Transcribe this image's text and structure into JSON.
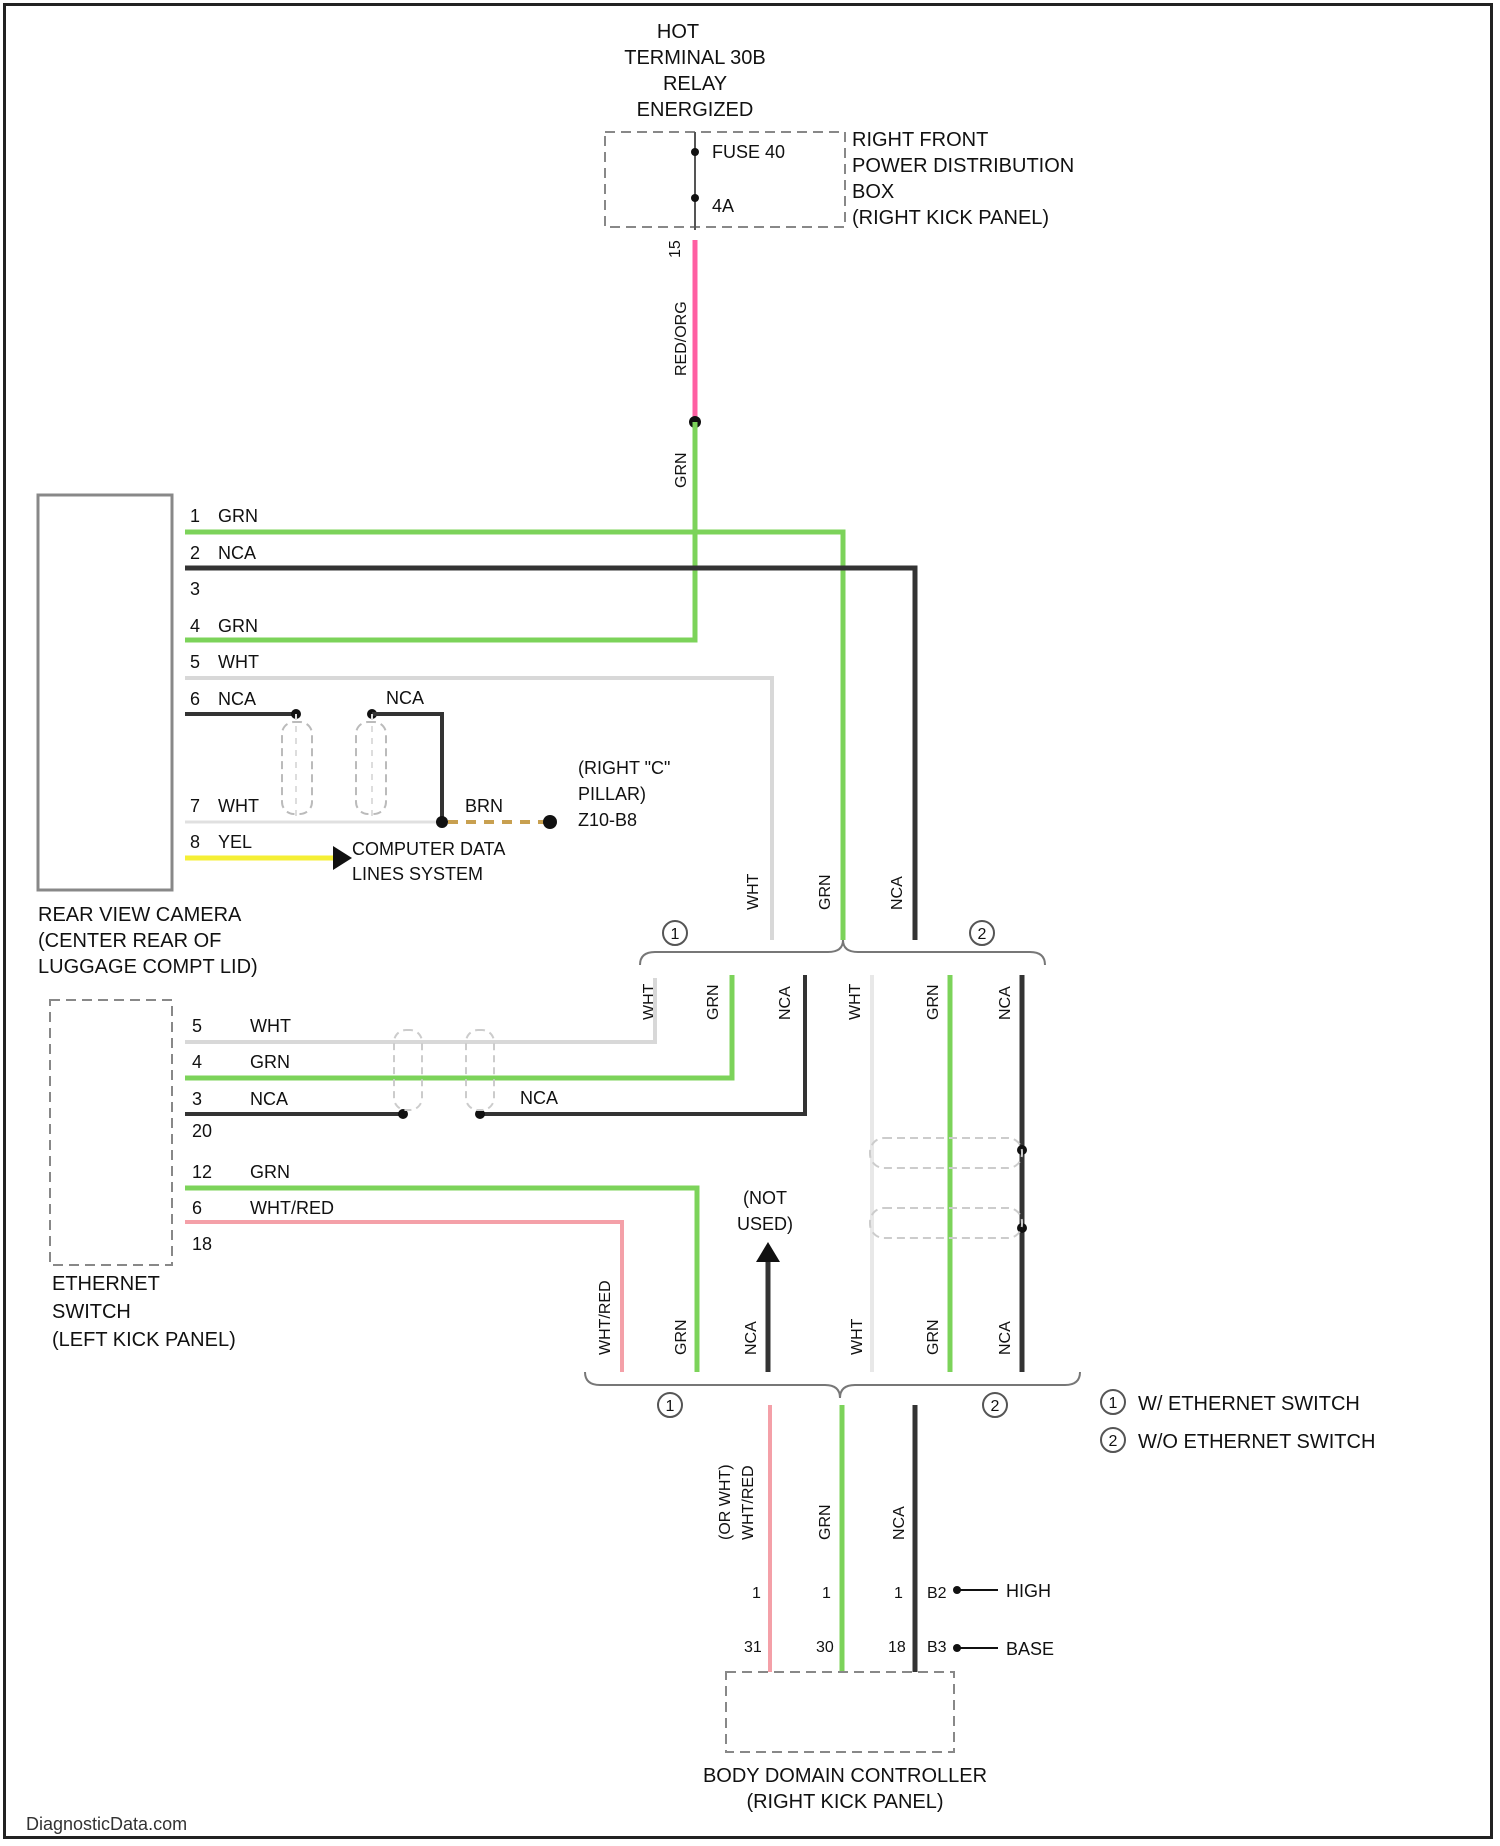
{
  "title": "",
  "colors": {
    "GRN": "#7cd35a",
    "NCA": "#333333",
    "WHT": "#d8d8d8",
    "RED_ORG": "#ff5fa2",
    "YEL": "#f5ef35",
    "BRN": "#c8a050",
    "WHT_RED": "#f4a0a8"
  },
  "power": {
    "hot_line1": "HOT",
    "hot_line2": "TERMINAL 30B",
    "hot_line3": "RELAY",
    "hot_line4": "ENERGIZED",
    "fuse_label": "FUSE 40",
    "fuse_amp": "4A",
    "box_line1": "RIGHT FRONT",
    "box_line2": "POWER DISTRIBUTION",
    "box_line3": "BOX",
    "box_line4": "(RIGHT KICK PANEL)",
    "pin": "15",
    "wire1": "RED/ORG",
    "wire2": "GRN"
  },
  "camera": {
    "label_line1": "REAR VIEW CAMERA",
    "label_line2": "(CENTER REAR OF",
    "label_line3": "LUGGAGE COMPT LID)",
    "pins": [
      {
        "num": "1",
        "color": "GRN"
      },
      {
        "num": "2",
        "color": "NCA"
      },
      {
        "num": "3",
        "color": ""
      },
      {
        "num": "4",
        "color": "GRN"
      },
      {
        "num": "5",
        "color": "WHT"
      },
      {
        "num": "6",
        "color": "NCA"
      },
      {
        "num": "7",
        "color": "WHT"
      },
      {
        "num": "8",
        "color": "YEL"
      }
    ],
    "nca_label": "NCA",
    "brn_label": "BRN",
    "ground_line1": "(RIGHT \"C\"",
    "ground_line2": "PILLAR)",
    "ground_line3": "Z10-B8",
    "cds_line1": "COMPUTER DATA",
    "cds_line2": "LINES SYSTEM"
  },
  "ethernet": {
    "label_line1": "ETHERNET",
    "label_line2": "SWITCH",
    "label_line3": "(LEFT KICK PANEL)",
    "pins": [
      {
        "num": "5",
        "color": "WHT"
      },
      {
        "num": "4",
        "color": "GRN"
      },
      {
        "num": "3",
        "color": "NCA"
      },
      {
        "num": "20",
        "color": ""
      },
      {
        "num": "12",
        "color": "GRN"
      },
      {
        "num": "6",
        "color": "WHT/RED"
      },
      {
        "num": "18",
        "color": ""
      }
    ],
    "nca_label2": "NCA"
  },
  "splice": {
    "top_labels": [
      "WHT",
      "GRN",
      "NCA"
    ],
    "mid_left_labels": [
      "WHT",
      "GRN",
      "NCA"
    ],
    "mid_right_labels": [
      "WHT",
      "GRN",
      "NCA"
    ],
    "bottom_left_labels": [
      "WHT/RED",
      "GRN",
      "NCA"
    ],
    "bottom_right_labels": [
      "WHT",
      "GRN",
      "NCA"
    ],
    "not_used_line1": "(NOT",
    "not_used_line2": "USED)",
    "circle1": "1",
    "circle2": "2"
  },
  "legend": {
    "item1": "W/ ETHERNET SWITCH",
    "item2": "W/O ETHERNET SWITCH"
  },
  "bdc": {
    "wire_labels": [
      "(OR WHT)",
      "WHT/RED",
      "GRN",
      "NCA"
    ],
    "pins_top": [
      "1",
      "1",
      "1"
    ],
    "pins_bottom": [
      "31",
      "30",
      "18"
    ],
    "conn_top": "B2",
    "conn_bottom": "B3",
    "high": "HIGH",
    "base": "BASE",
    "label_line1": "BODY DOMAIN CONTROLLER",
    "label_line2": "(RIGHT KICK PANEL)"
  },
  "watermark": "DiagnosticData.com"
}
